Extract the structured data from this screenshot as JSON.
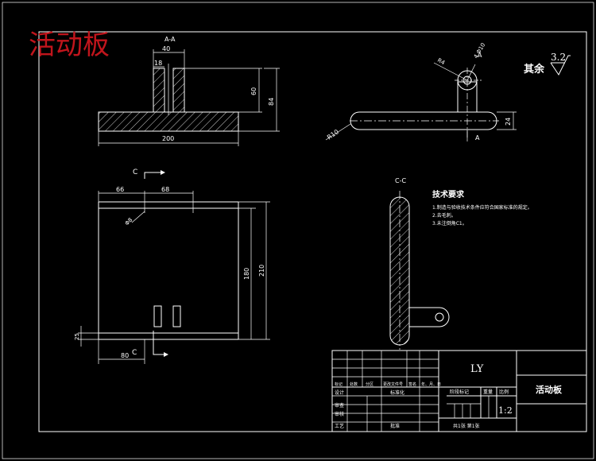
{
  "stamp": "活动板",
  "views": {
    "aa_label": "A-A",
    "cc_label": "C-C",
    "c_top": "C",
    "c_bottom": "C",
    "a_top": "A",
    "a_bottom": "A"
  },
  "dims": {
    "d40": "40",
    "d18": "18",
    "d60": "60",
    "d84": "84",
    "d200": "200",
    "d66": "66",
    "d68": "68",
    "d180": "180",
    "d210": "210",
    "d80": "80",
    "d25": "25",
    "d24": "24",
    "r10": "R10",
    "r4": "R4",
    "phi8": "Φ8",
    "phi4": "4 Φ10"
  },
  "roughness": {
    "prefix": "其余",
    "value": "3.2"
  },
  "tech": {
    "title": "技术要求",
    "items": [
      "1.制造与验收技术条件应符合国家标准的规定。",
      "2.去毛刺。",
      "3.未注倒角C1。"
    ]
  },
  "title_block": {
    "designer_code": "LY",
    "part_name": "活动板",
    "scale": "1:2",
    "scale_label": "比例",
    "weight_label": "重量",
    "stage_label": "阶段标记",
    "sheets": "共1张  第1张",
    "row_labels": [
      "标记",
      "处数",
      "分区",
      "更改文件号",
      "签名",
      "年、月、日"
    ],
    "design": "设计",
    "standard": "标准化",
    "review": "审核",
    "process": "工艺",
    "approve": "批准",
    "check": "审查"
  }
}
